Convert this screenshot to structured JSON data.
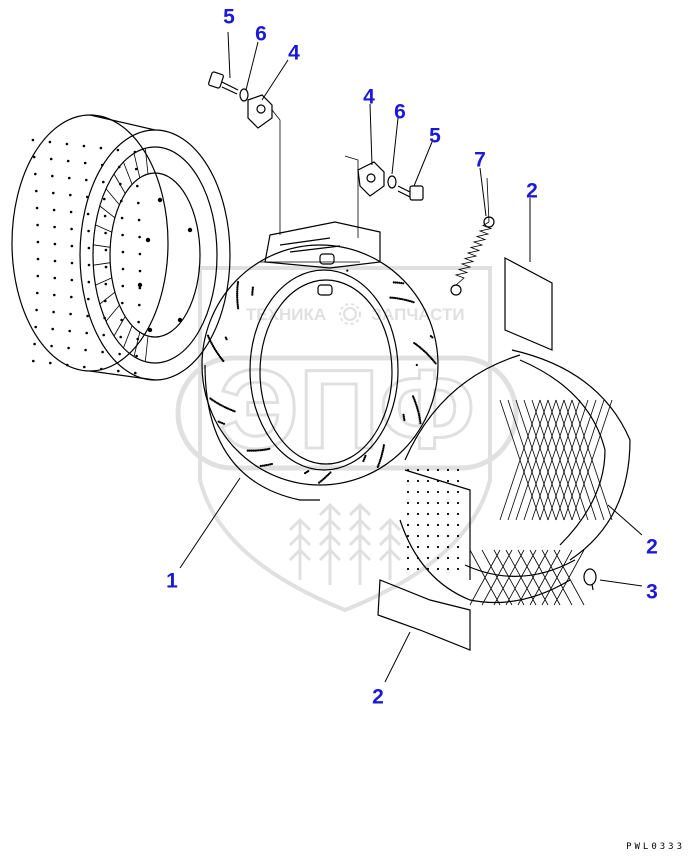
{
  "watermark": {
    "logo_text": "ЭПФ",
    "left_word": "ТЕХНИКА",
    "right_word": "ЗАПЧАСТИ",
    "color": "#c8c8c8"
  },
  "callouts": [
    {
      "id": "c5a",
      "label": "5",
      "part": "bolt"
    },
    {
      "id": "c6a",
      "label": "6",
      "part": "washer"
    },
    {
      "id": "c4a",
      "label": "4",
      "part": "bracket"
    },
    {
      "id": "c4b",
      "label": "4",
      "part": "bracket"
    },
    {
      "id": "c6b",
      "label": "6",
      "part": "washer"
    },
    {
      "id": "c5b",
      "label": "5",
      "part": "bolt"
    },
    {
      "id": "c7",
      "label": "7",
      "part": "spring"
    },
    {
      "id": "c2a",
      "label": "2",
      "part": "lining-shoe"
    },
    {
      "id": "c2b",
      "label": "2",
      "part": "lining-shoe"
    },
    {
      "id": "c3",
      "label": "3",
      "part": "rivet"
    },
    {
      "id": "c2c",
      "label": "2",
      "part": "lining-shoe"
    },
    {
      "id": "c1",
      "label": "1",
      "part": "brake-band"
    }
  ],
  "callout_color": "#1a1ad6",
  "drawing_code": "PWL0333"
}
